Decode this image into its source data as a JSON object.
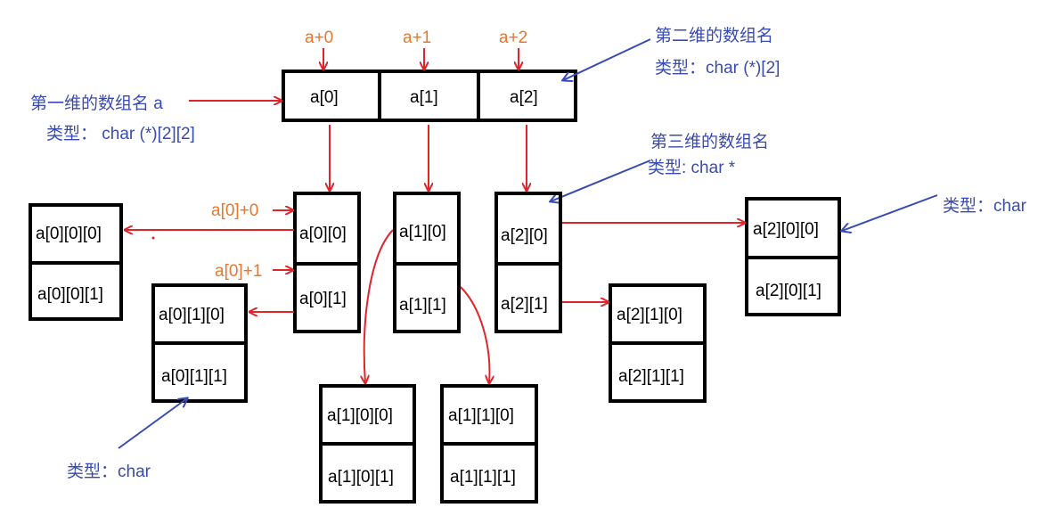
{
  "colors": {
    "arrow_red": "#e0242c",
    "note_blue": "#3a4bb0",
    "offset_orange": "#e8772e",
    "box_black": "#000000"
  },
  "top_array": {
    "cells": [
      "a[0]",
      "a[1]",
      "a[2]"
    ]
  },
  "offsets_top": [
    "a+0",
    "a+1",
    "a+2"
  ],
  "second_level": {
    "a0": [
      "a[0][0]",
      "a[0][1]"
    ],
    "a1": [
      "a[1][0]",
      "a[1][1]"
    ],
    "a2": [
      "a[2][0]",
      "a[2][1]"
    ]
  },
  "third_level": {
    "a00": [
      "a[0][0][0]",
      "a[0][0][1]"
    ],
    "a01": [
      "a[0][1][0]",
      "a[0][1][1]"
    ],
    "a10": [
      "a[1][0][0]",
      "a[1][0][1]"
    ],
    "a11": [
      "a[1][1][0]",
      "a[1][1][1]"
    ],
    "a20": [
      "a[2][0][0]",
      "a[2][0][1]"
    ],
    "a21": [
      "a[2][1][0]",
      "a[2][1][1]"
    ]
  },
  "offsets_second": [
    "a[0]+0",
    "a[0]+1"
  ],
  "annotations": {
    "dim1_name": "第一维的数组名 a",
    "dim1_type": "类型：  char (*)[2][2]",
    "dim2_name": "第二维的数组名",
    "dim2_type": "类型：char (*)[2]",
    "dim3_name": "第三维的数组名",
    "dim3_type": "类型: char *",
    "char_right": "类型：char",
    "char_bottom": "类型：char"
  }
}
